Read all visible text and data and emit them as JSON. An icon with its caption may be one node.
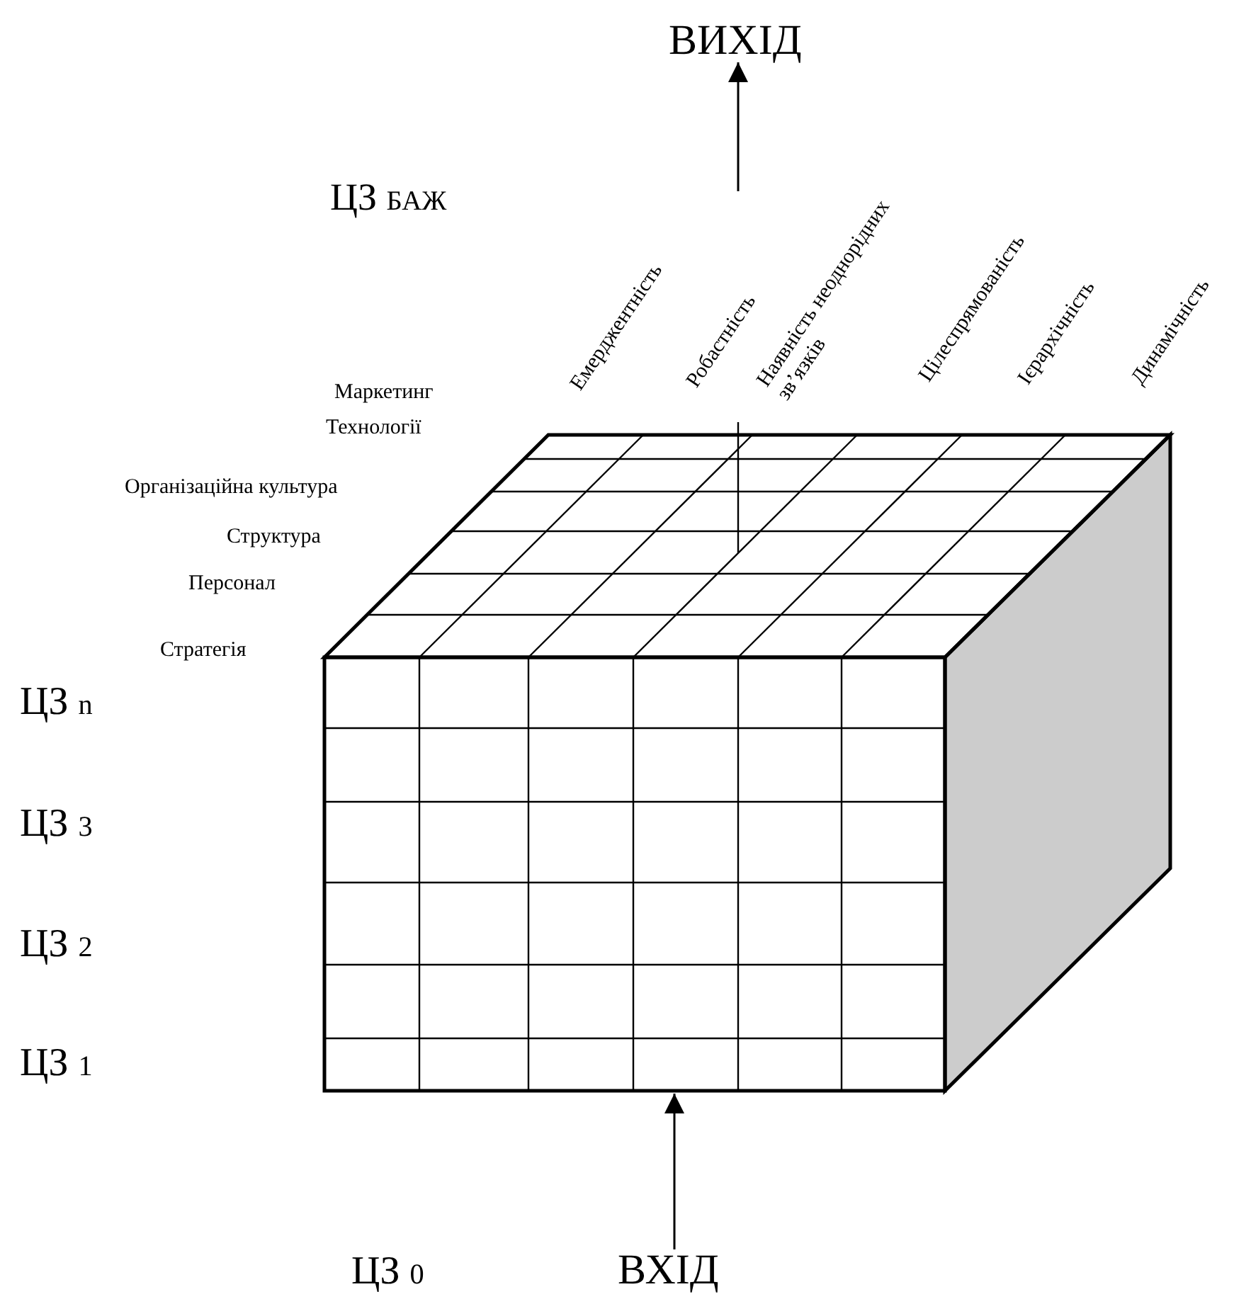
{
  "diagram": {
    "nodes": [
      {
        "text": [
          "ВХІД"
        ]
      },
      {
        "text": [],
        "shape": "cube"
      },
      {
        "text": [
          "ВИХІД"
        ]
      }
    ],
    "edges": [
      {
        "from": 0,
        "to": 1,
        "arrow": "to"
      },
      {
        "from": null,
        "to": 2,
        "arrow": "to"
      }
    ],
    "labels": [
      "ЦЗ $_{БАЖ}$",
      "Емерджентність",
      "Робастність",
      "Наявність неоднорідних зв’язків",
      "Цілеспрямованість",
      "Ієрархічність",
      "Динамічність",
      "Маркетинг",
      "Технології",
      "Організаційна культура",
      "Структура",
      "Персонал",
      "Стратегія",
      "ЦЗ $_{n}$",
      "ЦЗ $_{3}$",
      "ЦЗ $_{2}$",
      "ЦЗ $_{1}$",
      "ЦЗ $_{0}$"
    ]
  }
}
